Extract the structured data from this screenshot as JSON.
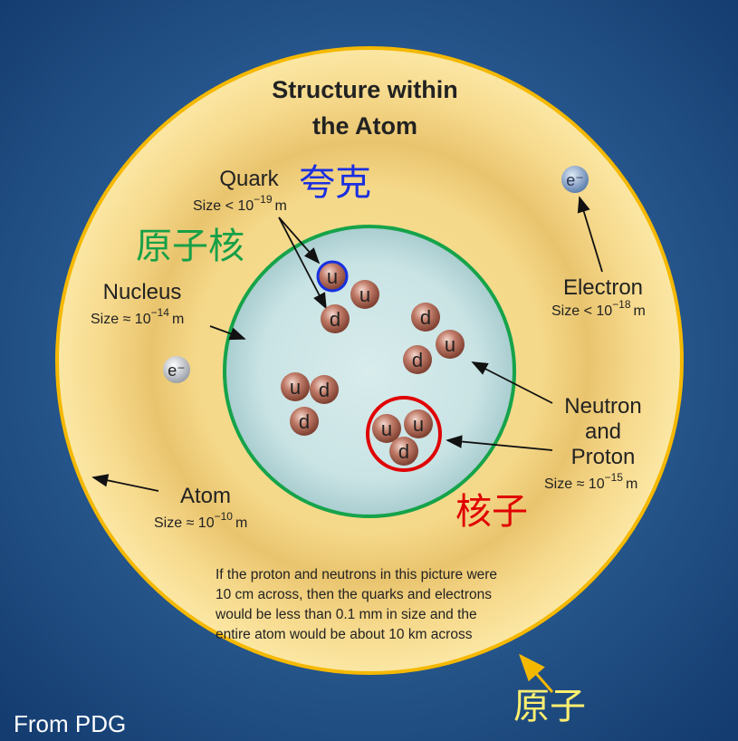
{
  "title_line1": "Structure within",
  "title_line2": "the Atom",
  "quark": {
    "label": "Quark",
    "size_prefix": "Size < 10",
    "exp": "−19",
    "unit": "m",
    "cjk": "夸克"
  },
  "nucleus": {
    "label": "Nucleus",
    "size_prefix": "Size ≈ 10",
    "exp": "−14",
    "unit": "m",
    "cjk": "原子核"
  },
  "electron": {
    "label": "Electron",
    "size_prefix": "Size < 10",
    "exp": "−18",
    "unit": "m",
    "symbol": "e⁻"
  },
  "nucleon": {
    "label1": "Neutron",
    "label2": "and",
    "label3": "Proton",
    "size_prefix": "Size ≈ 10",
    "exp": "−15",
    "unit": "m",
    "cjk": "核子"
  },
  "atom": {
    "label": "Atom",
    "size_prefix": "Size ≈ 10",
    "exp": "−10",
    "unit": "m",
    "cjk": "原子"
  },
  "note_lines": [
    "If the proton and neutrons in this picture were",
    "10 cm across, then the quarks and electrons",
    "would be less than 0.1 mm in size and the",
    "entire atom would be about 10 km across"
  ],
  "quarks": [
    "u",
    "u",
    "d",
    "d",
    "u",
    "d",
    "u",
    "d",
    "d",
    "u",
    "u",
    "d"
  ],
  "source": "From PDG",
  "colors": {
    "background": "#1a4478",
    "atom_ring": "#f5b800",
    "nucleus_ring": "#16a34a",
    "nucleon_ring": "#e00000",
    "quark_ring": "#1530e0",
    "cjk_quark": "#1a2fe0",
    "cjk_nucleus": "#17a047",
    "cjk_nucleon": "#e00000",
    "cjk_atom": "#ffef70"
  }
}
